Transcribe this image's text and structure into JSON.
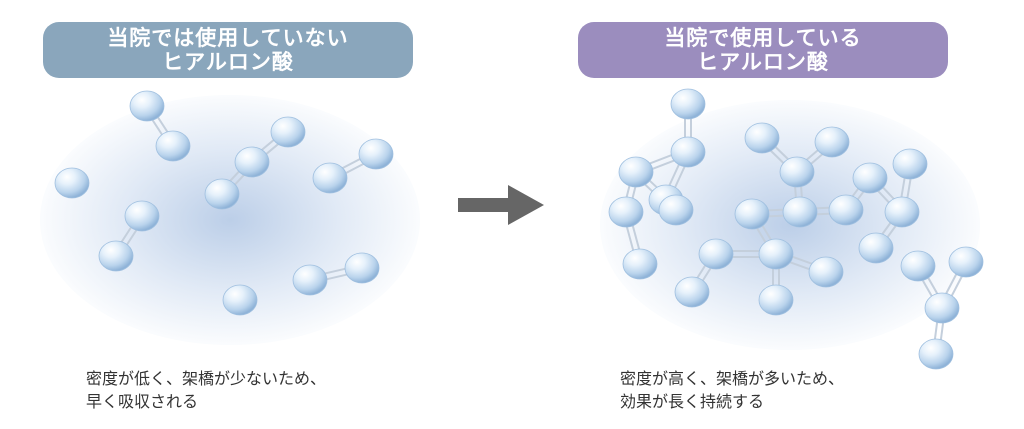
{
  "left_panel": {
    "title_line1": "当院では使用していない",
    "title_line2": "ヒアルロン酸",
    "caption_line1": "密度が低く、架橋が少ないため、",
    "caption_line2": "早く吸収される"
  },
  "right_panel": {
    "title_line1": "当院で使用している",
    "title_line2": "ヒアルロン酸",
    "caption_line1": "密度が高く、架橋が多いため、",
    "caption_line2": "効果が長く持続する"
  },
  "colors": {
    "left_pill": "#8aa6bc",
    "right_pill": "#9b8dbe",
    "arrow": "#666666",
    "molecule": "#cfe2f4"
  },
  "icons": {
    "arrow": "right-arrow-icon",
    "molecule": "molecule-sphere-icon"
  }
}
